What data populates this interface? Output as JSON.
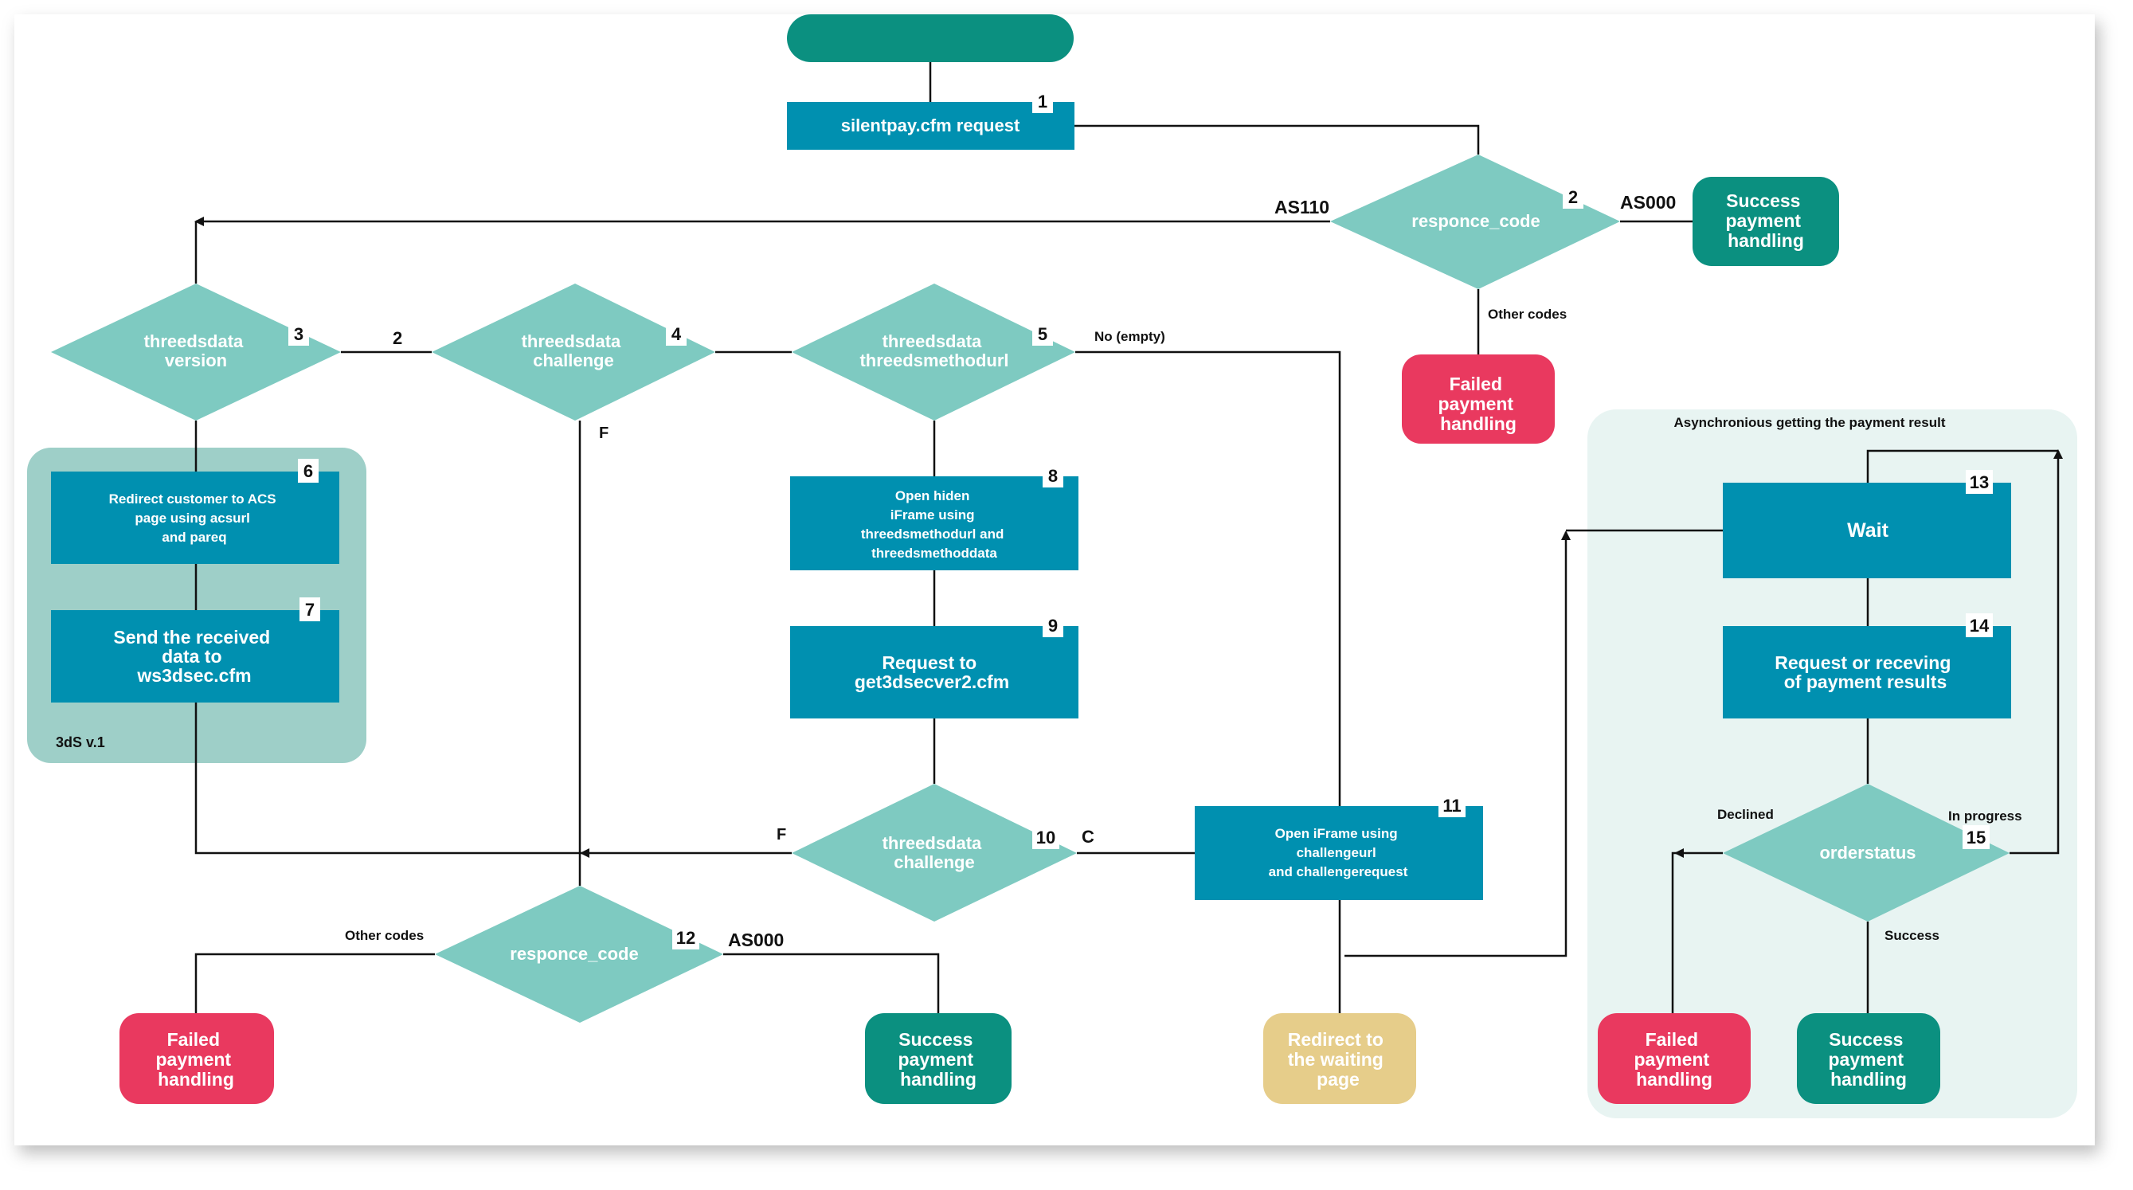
{
  "colors": {
    "start": "#0b9080",
    "process": "#0090b0",
    "decision": "#7ecac1",
    "success": "#0b9080",
    "failed": "#e9395f",
    "waiting": "#e6cd8a",
    "group_3ds": "#9ecfc8",
    "group_async": "#e8f4f2",
    "line": "#111111"
  },
  "start": {
    "label": ""
  },
  "steps": {
    "s1": {
      "label": "silentpay.cfm request",
      "number": "1"
    },
    "s2": {
      "label": "responce_code",
      "number": "2"
    },
    "s3": {
      "lines": [
        "threedsdata",
        "version"
      ],
      "number": "3"
    },
    "s4": {
      "lines": [
        "threedsdata",
        "challenge"
      ],
      "number": "4"
    },
    "s5": {
      "lines": [
        "threedsdata",
        "threedsmethodurl"
      ],
      "number": "5"
    },
    "s6": {
      "lines": [
        "Redirect customer to ACS",
        "page using acsurl",
        "and pareq"
      ],
      "number": "6"
    },
    "s7": {
      "lines": [
        "Send the received",
        "data to",
        "ws3dsec.cfm"
      ],
      "number": "7"
    },
    "s8": {
      "lines": [
        "Open hiden",
        "iFrame using",
        "threedsmethodurl and",
        "threedsmethoddata"
      ],
      "number": "8"
    },
    "s9": {
      "lines": [
        "Request to",
        "get3dsecver2.cfm"
      ],
      "number": "9"
    },
    "s10": {
      "lines": [
        "threedsdata",
        "challenge"
      ],
      "number": "10"
    },
    "s11": {
      "lines": [
        "Open iFrame using",
        "challengeurl",
        "and challengerequest"
      ],
      "number": "11"
    },
    "s12": {
      "label": "responce_code",
      "number": "12"
    },
    "s13": {
      "label": "Wait",
      "number": "13"
    },
    "s14": {
      "lines": [
        "Request or receving",
        "of payment results"
      ],
      "number": "14"
    },
    "s15": {
      "label": "orderstatus",
      "number": "15"
    }
  },
  "outcomes": {
    "success_top": [
      "Success",
      "payment",
      "handling"
    ],
    "failed_top": [
      "Failed",
      "payment",
      "handling"
    ],
    "failed_bottom": [
      "Failed",
      "payment",
      "handling"
    ],
    "success_bottom": [
      "Success",
      "payment",
      "handling"
    ],
    "waiting": [
      "Redirect to",
      "the waiting",
      "page"
    ],
    "failed_async": [
      "Failed",
      "payment",
      "handling"
    ],
    "success_async": [
      "Success",
      "payment",
      "handling"
    ]
  },
  "groups": {
    "threeds_v1": "3dS v.1",
    "async": "Asynchronious getting the payment result"
  },
  "edge_labels": {
    "as110": "AS110",
    "as000_top": "AS000",
    "other_codes_top": "Other codes",
    "version_2": "2",
    "challenge_f": "F",
    "no_empty": "No (empty)",
    "f_10": "F",
    "c_10": "C",
    "other_codes_bottom": "Other codes",
    "as000_bottom": "AS000",
    "declined": "Declined",
    "in_progress": "In progress",
    "success_15": "Success"
  }
}
